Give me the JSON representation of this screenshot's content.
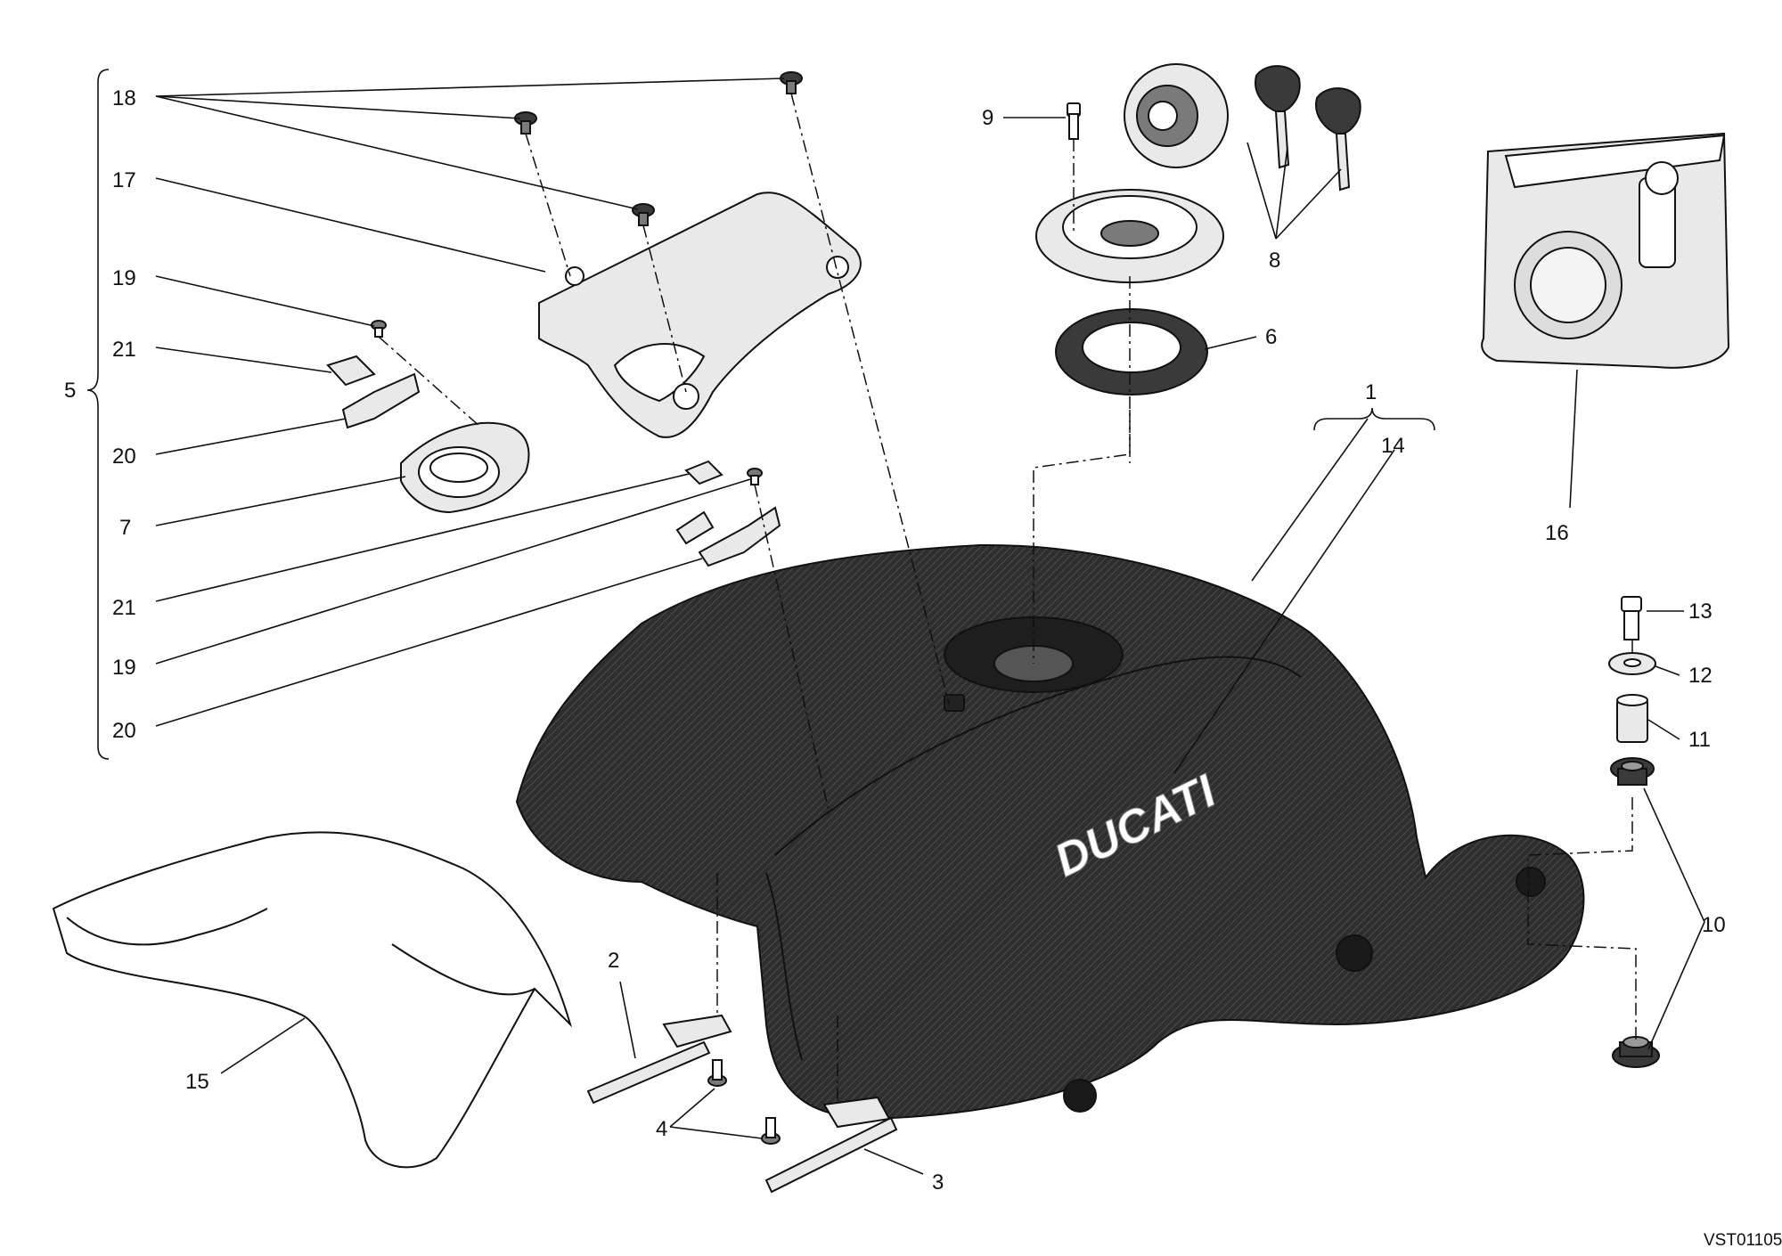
{
  "drawing_code": "VST01105",
  "tank_logo": "DUCATI",
  "callouts": {
    "c1": "1",
    "c2": "2",
    "c3": "3",
    "c4": "4",
    "c5": "5",
    "c6": "6",
    "c7": "7",
    "c8": "8",
    "c9": "9",
    "c10": "10",
    "c11": "11",
    "c12": "12",
    "c13": "13",
    "c14": "14",
    "c15": "15",
    "c16": "16",
    "c17": "17",
    "c18": "18",
    "c19a": "19",
    "c19b": "19",
    "c20a": "20",
    "c20b": "20",
    "c21a": "21",
    "c21b": "21"
  }
}
